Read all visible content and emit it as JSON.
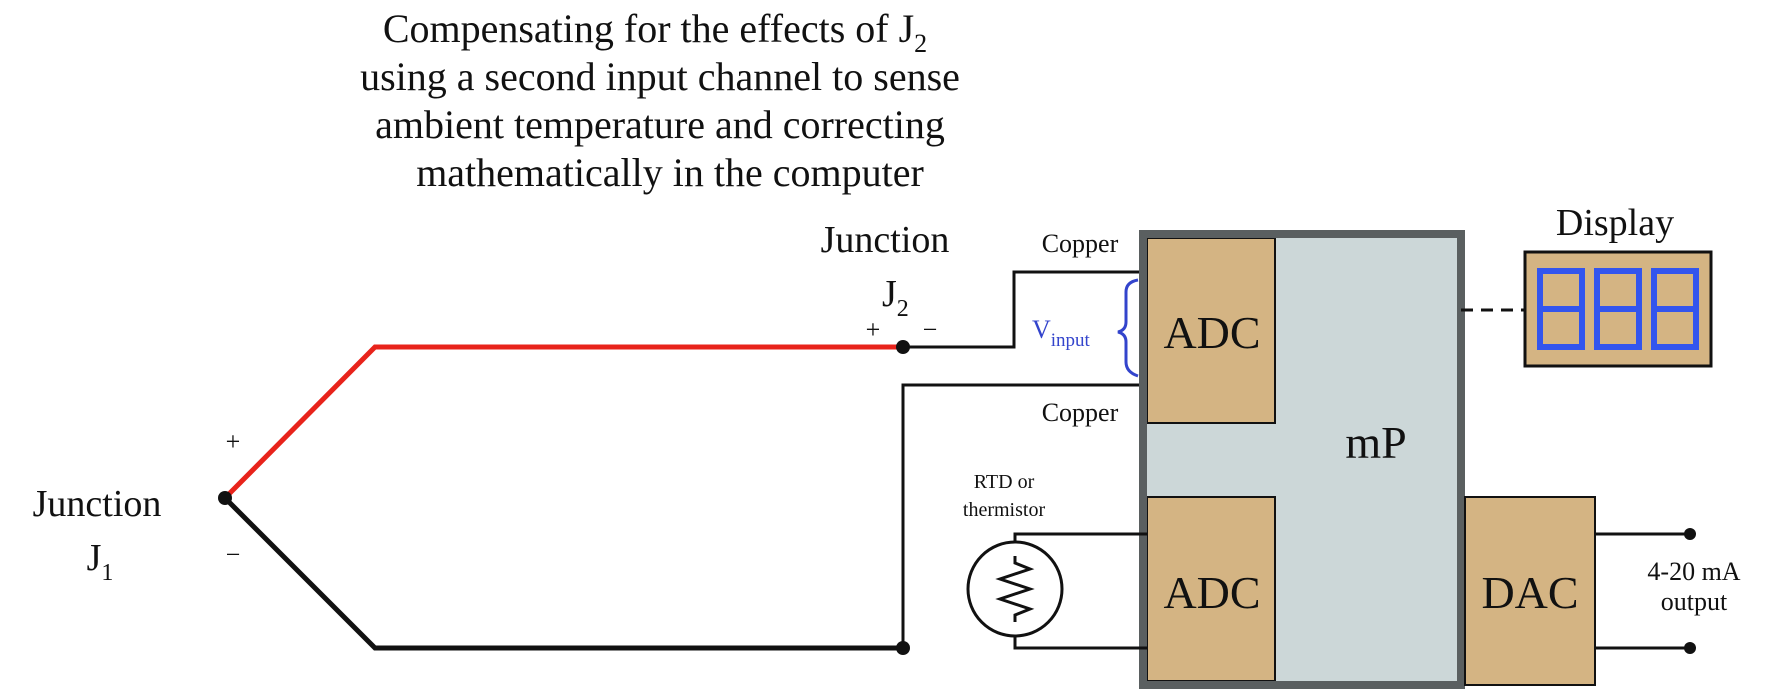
{
  "title": {
    "line1": "Compensating for the effects of J",
    "line1_sub": "2",
    "line2": "using a second input channel to sense",
    "line3": "ambient temperature and correcting",
    "line4": "mathematically in the computer"
  },
  "junction1": {
    "label": "Junction",
    "name": "J",
    "sub": "1",
    "plus": "+",
    "minus": "−"
  },
  "junction2": {
    "label": "Junction",
    "name": "J",
    "sub": "2",
    "plus": "+",
    "minus": "−"
  },
  "wires": {
    "copper_top": "Copper",
    "copper_bottom": "Copper"
  },
  "vinput": {
    "main": "V",
    "sub": "input"
  },
  "rtd": {
    "line1": "RTD or",
    "line2": "thermistor"
  },
  "blocks": {
    "adc_top": "ADC",
    "adc_bottom": "ADC",
    "processor": "mP",
    "dac": "DAC"
  },
  "display": {
    "label": "Display",
    "digits": 3
  },
  "output": {
    "line1": "4-20 mA",
    "line2": "output"
  },
  "colors": {
    "thermo_positive": "#e8231b",
    "thermo_negative": "#111111",
    "adc_fill": "#d4b483",
    "processor_fill": "#ccd7d8",
    "frame": "#5a5f60",
    "segments": "#3355ee",
    "vinput_bracket": "#3344cc"
  }
}
